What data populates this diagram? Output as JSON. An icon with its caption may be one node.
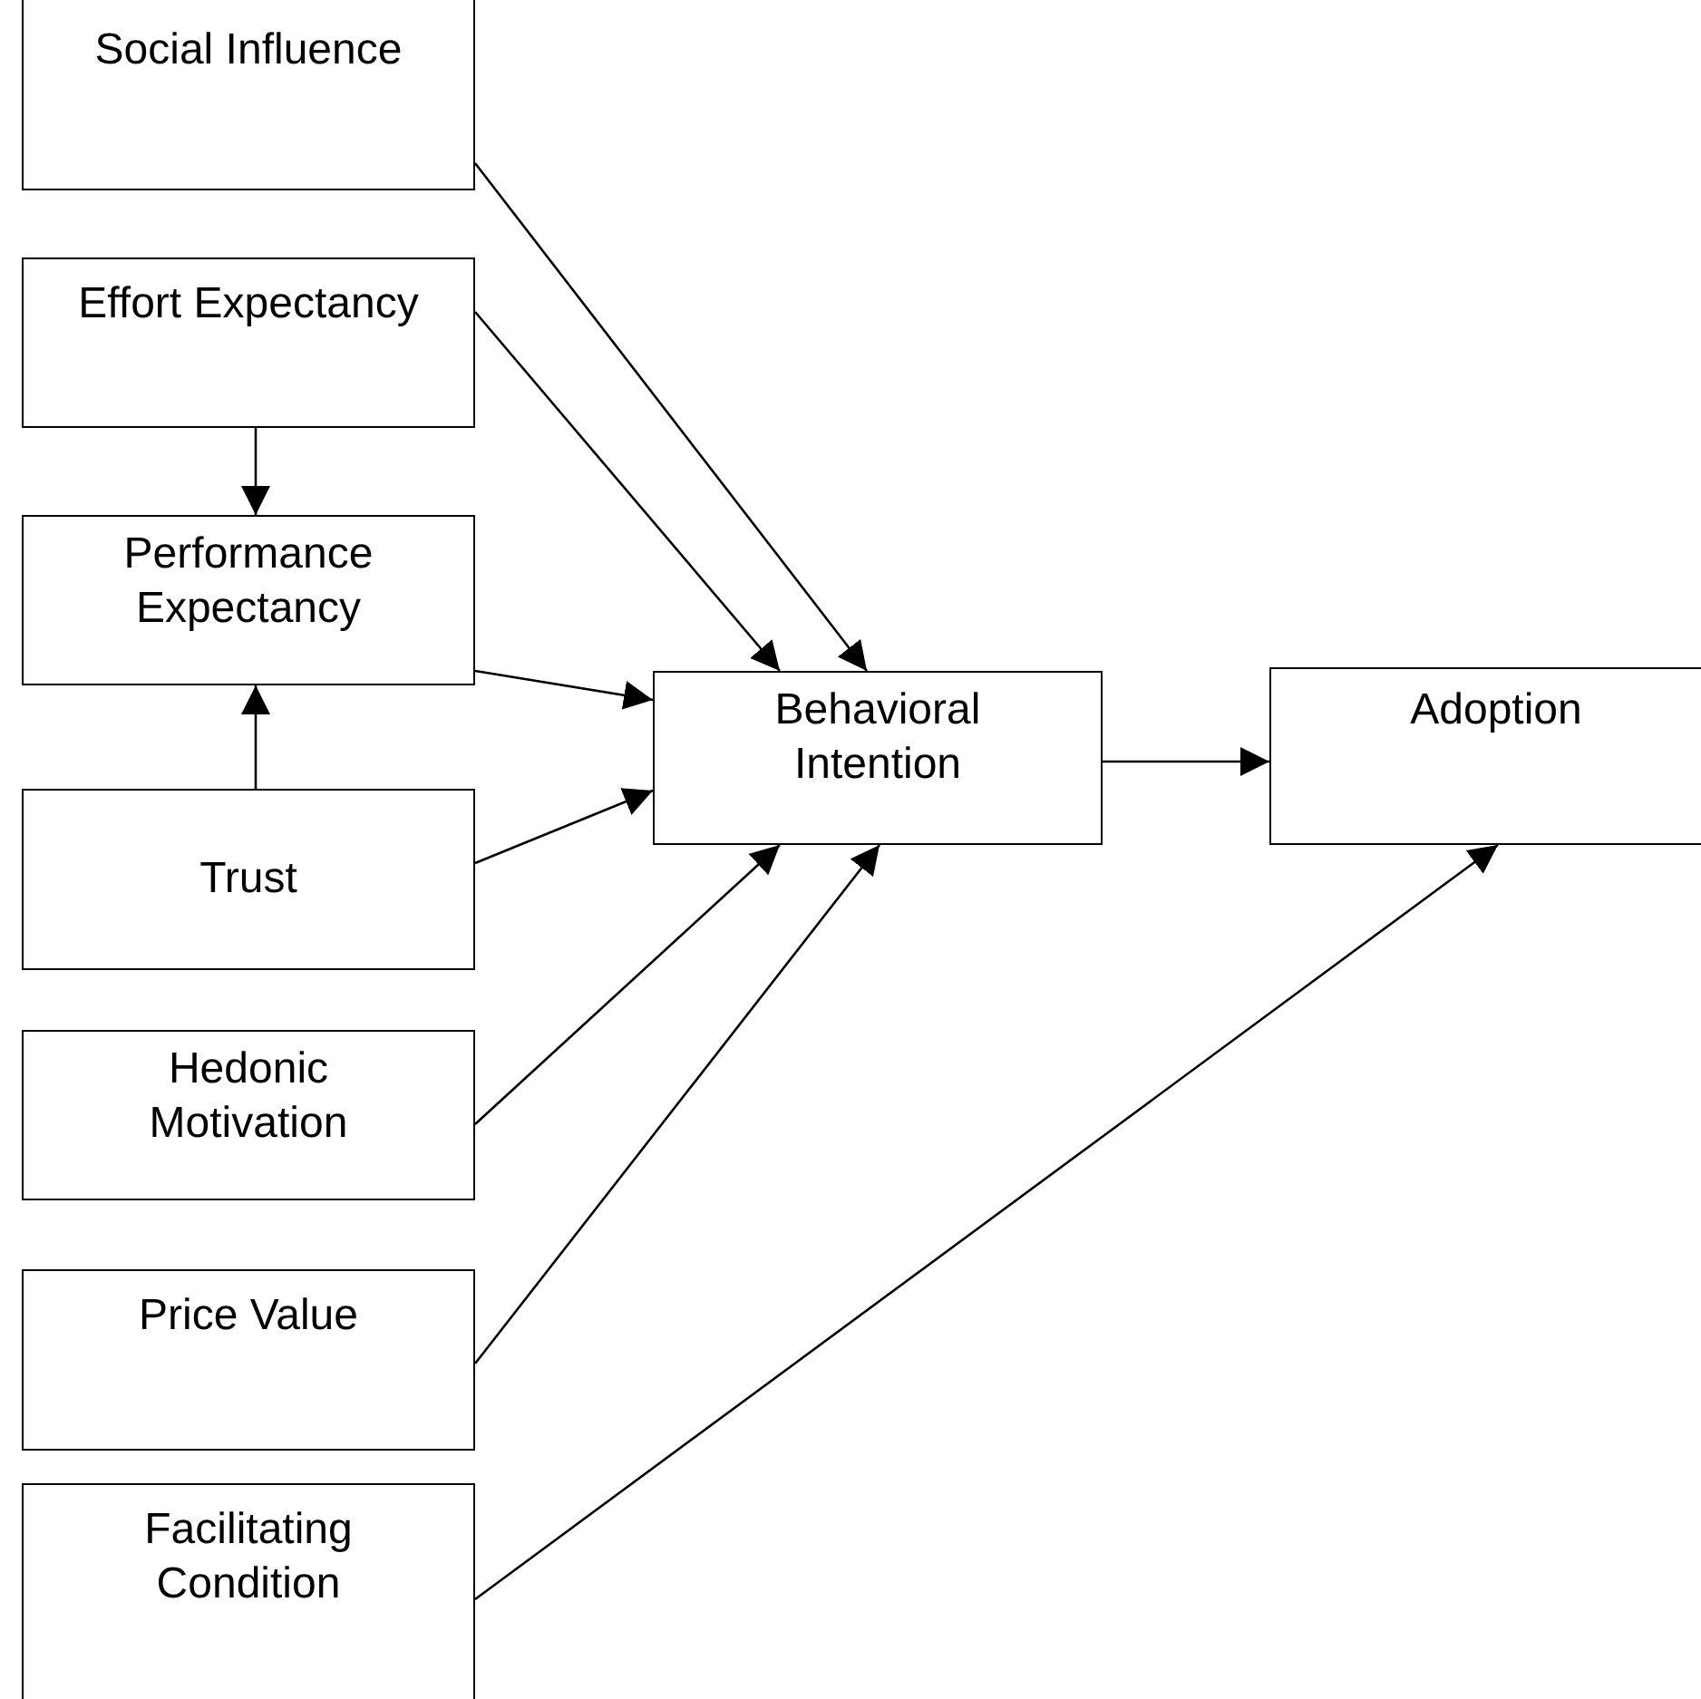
{
  "diagram": {
    "nodes": [
      {
        "text": [
          "Social Influence"
        ]
      },
      {
        "text": [
          "Effort Expectancy"
        ]
      },
      {
        "text": [
          "Performance Expectancy"
        ]
      },
      {
        "text": [
          "Trust"
        ]
      },
      {
        "text": [
          "Hedonic Motivation"
        ]
      },
      {
        "text": [
          "Price Value"
        ]
      },
      {
        "text": [
          "Facilitating Condition"
        ]
      },
      {
        "text": [
          "Behavioral Intention"
        ]
      },
      {
        "text": [
          "Adoption"
        ]
      }
    ],
    "edges": [
      {
        "from": 0,
        "to": 7,
        "arrow": "to"
      },
      {
        "from": 1,
        "to": 7,
        "arrow": "to"
      },
      {
        "from": 1,
        "to": 2,
        "arrow": "to"
      },
      {
        "from": 3,
        "to": 2,
        "arrow": "to"
      },
      {
        "from": 2,
        "to": 7,
        "arrow": "to"
      },
      {
        "from": 3,
        "to": 7,
        "arrow": "to"
      },
      {
        "from": 4,
        "to": 7,
        "arrow": "to"
      },
      {
        "from": 5,
        "to": 7,
        "arrow": "to"
      },
      {
        "from": 7,
        "to": 8,
        "arrow": "to"
      },
      {
        "from": 6,
        "to": 8,
        "arrow": "to"
      }
    ]
  }
}
